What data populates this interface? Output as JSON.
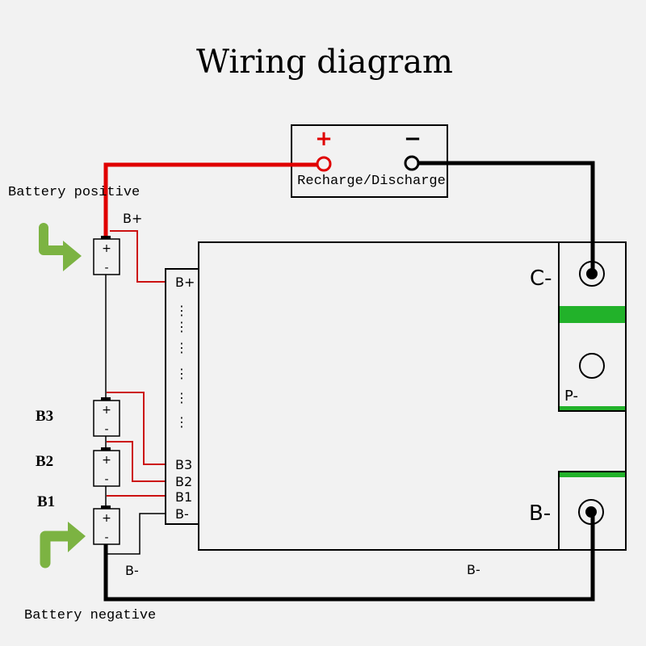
{
  "title": "Wiring diagram",
  "colors": {
    "background": "#f2f2f2",
    "positive_wire": "#e00000",
    "balance_wire": "#cc1111",
    "negative_wire": "#000000",
    "arrow": "#7cb342",
    "pad_stripe": "#22b22a"
  },
  "load": {
    "label": "Recharge/Discharge",
    "positive_symbol": "+",
    "negative_symbol": "−"
  },
  "labels": {
    "battery_positive": "Battery positive",
    "battery_negative": "Battery negative",
    "b_plus_wire": "B+",
    "b_minus_wire": "B-",
    "b_minus_bottom": "B-"
  },
  "cells": [
    {
      "id": "top",
      "label": "",
      "plus": "+",
      "minus": "-"
    },
    {
      "id": "B3",
      "label": "B3",
      "plus": "+",
      "minus": "-"
    },
    {
      "id": "B2",
      "label": "B2",
      "plus": "+",
      "minus": "-"
    },
    {
      "id": "B1",
      "label": "B1",
      "plus": "+",
      "minus": "-"
    }
  ],
  "connector": {
    "pins": [
      "B+",
      "B3",
      "B2",
      "B1",
      "B-"
    ],
    "ellipsis": "⋮"
  },
  "board_pads": {
    "c_minus": "C-",
    "p_minus": "P-",
    "b_minus": "B-"
  }
}
